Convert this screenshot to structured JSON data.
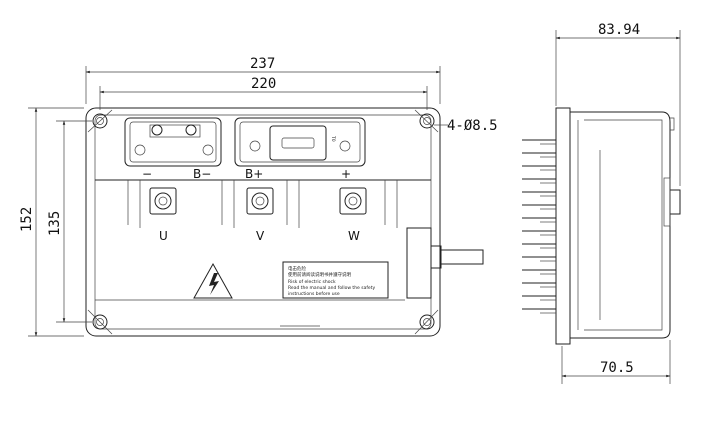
{
  "dimensions": {
    "width_outer": "237",
    "width_holes": "220",
    "height_outer": "152",
    "height_holes": "135",
    "hole_spec": "4-Ø8.5",
    "side_depth": "83.94",
    "side_body": "70.5"
  },
  "terminals": {
    "minus": "−",
    "b_minus": "B−",
    "b_plus": "B+",
    "plus": "+",
    "phase_u": "U",
    "phase_v": "V",
    "phase_w": "W"
  },
  "label_plate": {
    "line1": "电击危险",
    "line2": "使用前请阅读说明书并遵守说明",
    "line3": "Risk of electric shock",
    "line4": "Read the manual and follow the safety",
    "line5": "instructions before use"
  },
  "terminal_tag": "T0",
  "colors": {
    "line": "#222222",
    "background": "#ffffff"
  }
}
